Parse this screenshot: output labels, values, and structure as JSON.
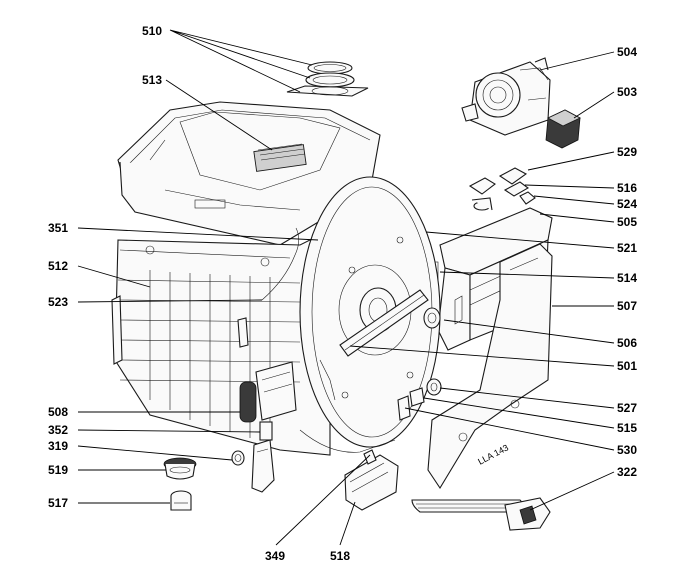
{
  "diagram": {
    "labels": {
      "l510": "510",
      "l513": "513",
      "l504": "504",
      "l503": "503",
      "l529": "529",
      "l516": "516",
      "l524": "524",
      "l505": "505",
      "l521": "521",
      "l514": "514",
      "l507": "507",
      "l506": "506",
      "l501": "501",
      "l527": "527",
      "l515": "515",
      "l530": "530",
      "l322": "322",
      "l351": "351",
      "l512": "512",
      "l523": "523",
      "l508": "508",
      "l352": "352",
      "l319": "319",
      "l519": "519",
      "l517": "517",
      "l349": "349",
      "l518": "518",
      "heater_marking": "LLA 143"
    }
  }
}
